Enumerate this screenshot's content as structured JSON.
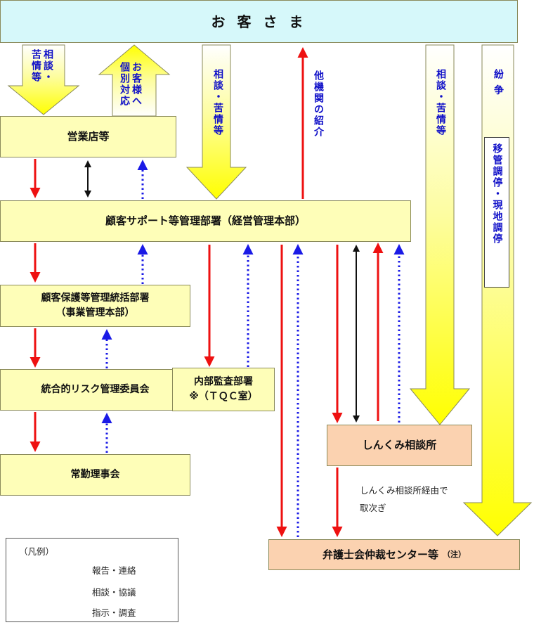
{
  "nodes": {
    "customer": "お 客 さ ま",
    "branch": "営業店等",
    "cs_dept": "顧客サポート等管理部署（経営管理本部）",
    "protection_line1": "顧客保護等管理統括部署",
    "protection_line2": "（事業管理本部）",
    "risk_committee": "統合的リスク管理委員会",
    "audit_line1": "内部監査部署",
    "audit_line2": "※（ＴＱＣ室）",
    "board": "常勤理事会",
    "shinkumi": "しんくみ相談所",
    "arbitration": "弁護士会仲裁センター等",
    "arbitration_note": "（注）"
  },
  "arrow_labels": {
    "consult_to_branch": "相談・苦情等",
    "branch_to_customer": "お客様へ個別対応",
    "consult_to_cs": "相談・苦情等",
    "other_agency": "他機関の紹介",
    "consult_to_shinkumi": "相談・苦情等",
    "dispute": "紛 争",
    "transfer_box": "移管調停・現地調停"
  },
  "notes": {
    "via_shinkumi_1": "しんくみ相談所経由で",
    "via_shinkumi_2": "取次ぎ"
  },
  "legend": {
    "title": "（凡例）",
    "items": [
      {
        "label": "報告・連絡",
        "style": "red-solid"
      },
      {
        "label": "相談・協議",
        "style": "black-double"
      },
      {
        "label": "指示・調査",
        "style": "blue-dotted"
      }
    ]
  },
  "colors": {
    "report": "#ee1111",
    "consult": "#111111",
    "instruction": "#1a1ae6",
    "box_yellow": "#fefeb8",
    "box_peach": "#fbd2b0",
    "box_cyan": "#d6f8fa",
    "big_arrow": "#ffff00",
    "label_blue": "#1010c8"
  }
}
